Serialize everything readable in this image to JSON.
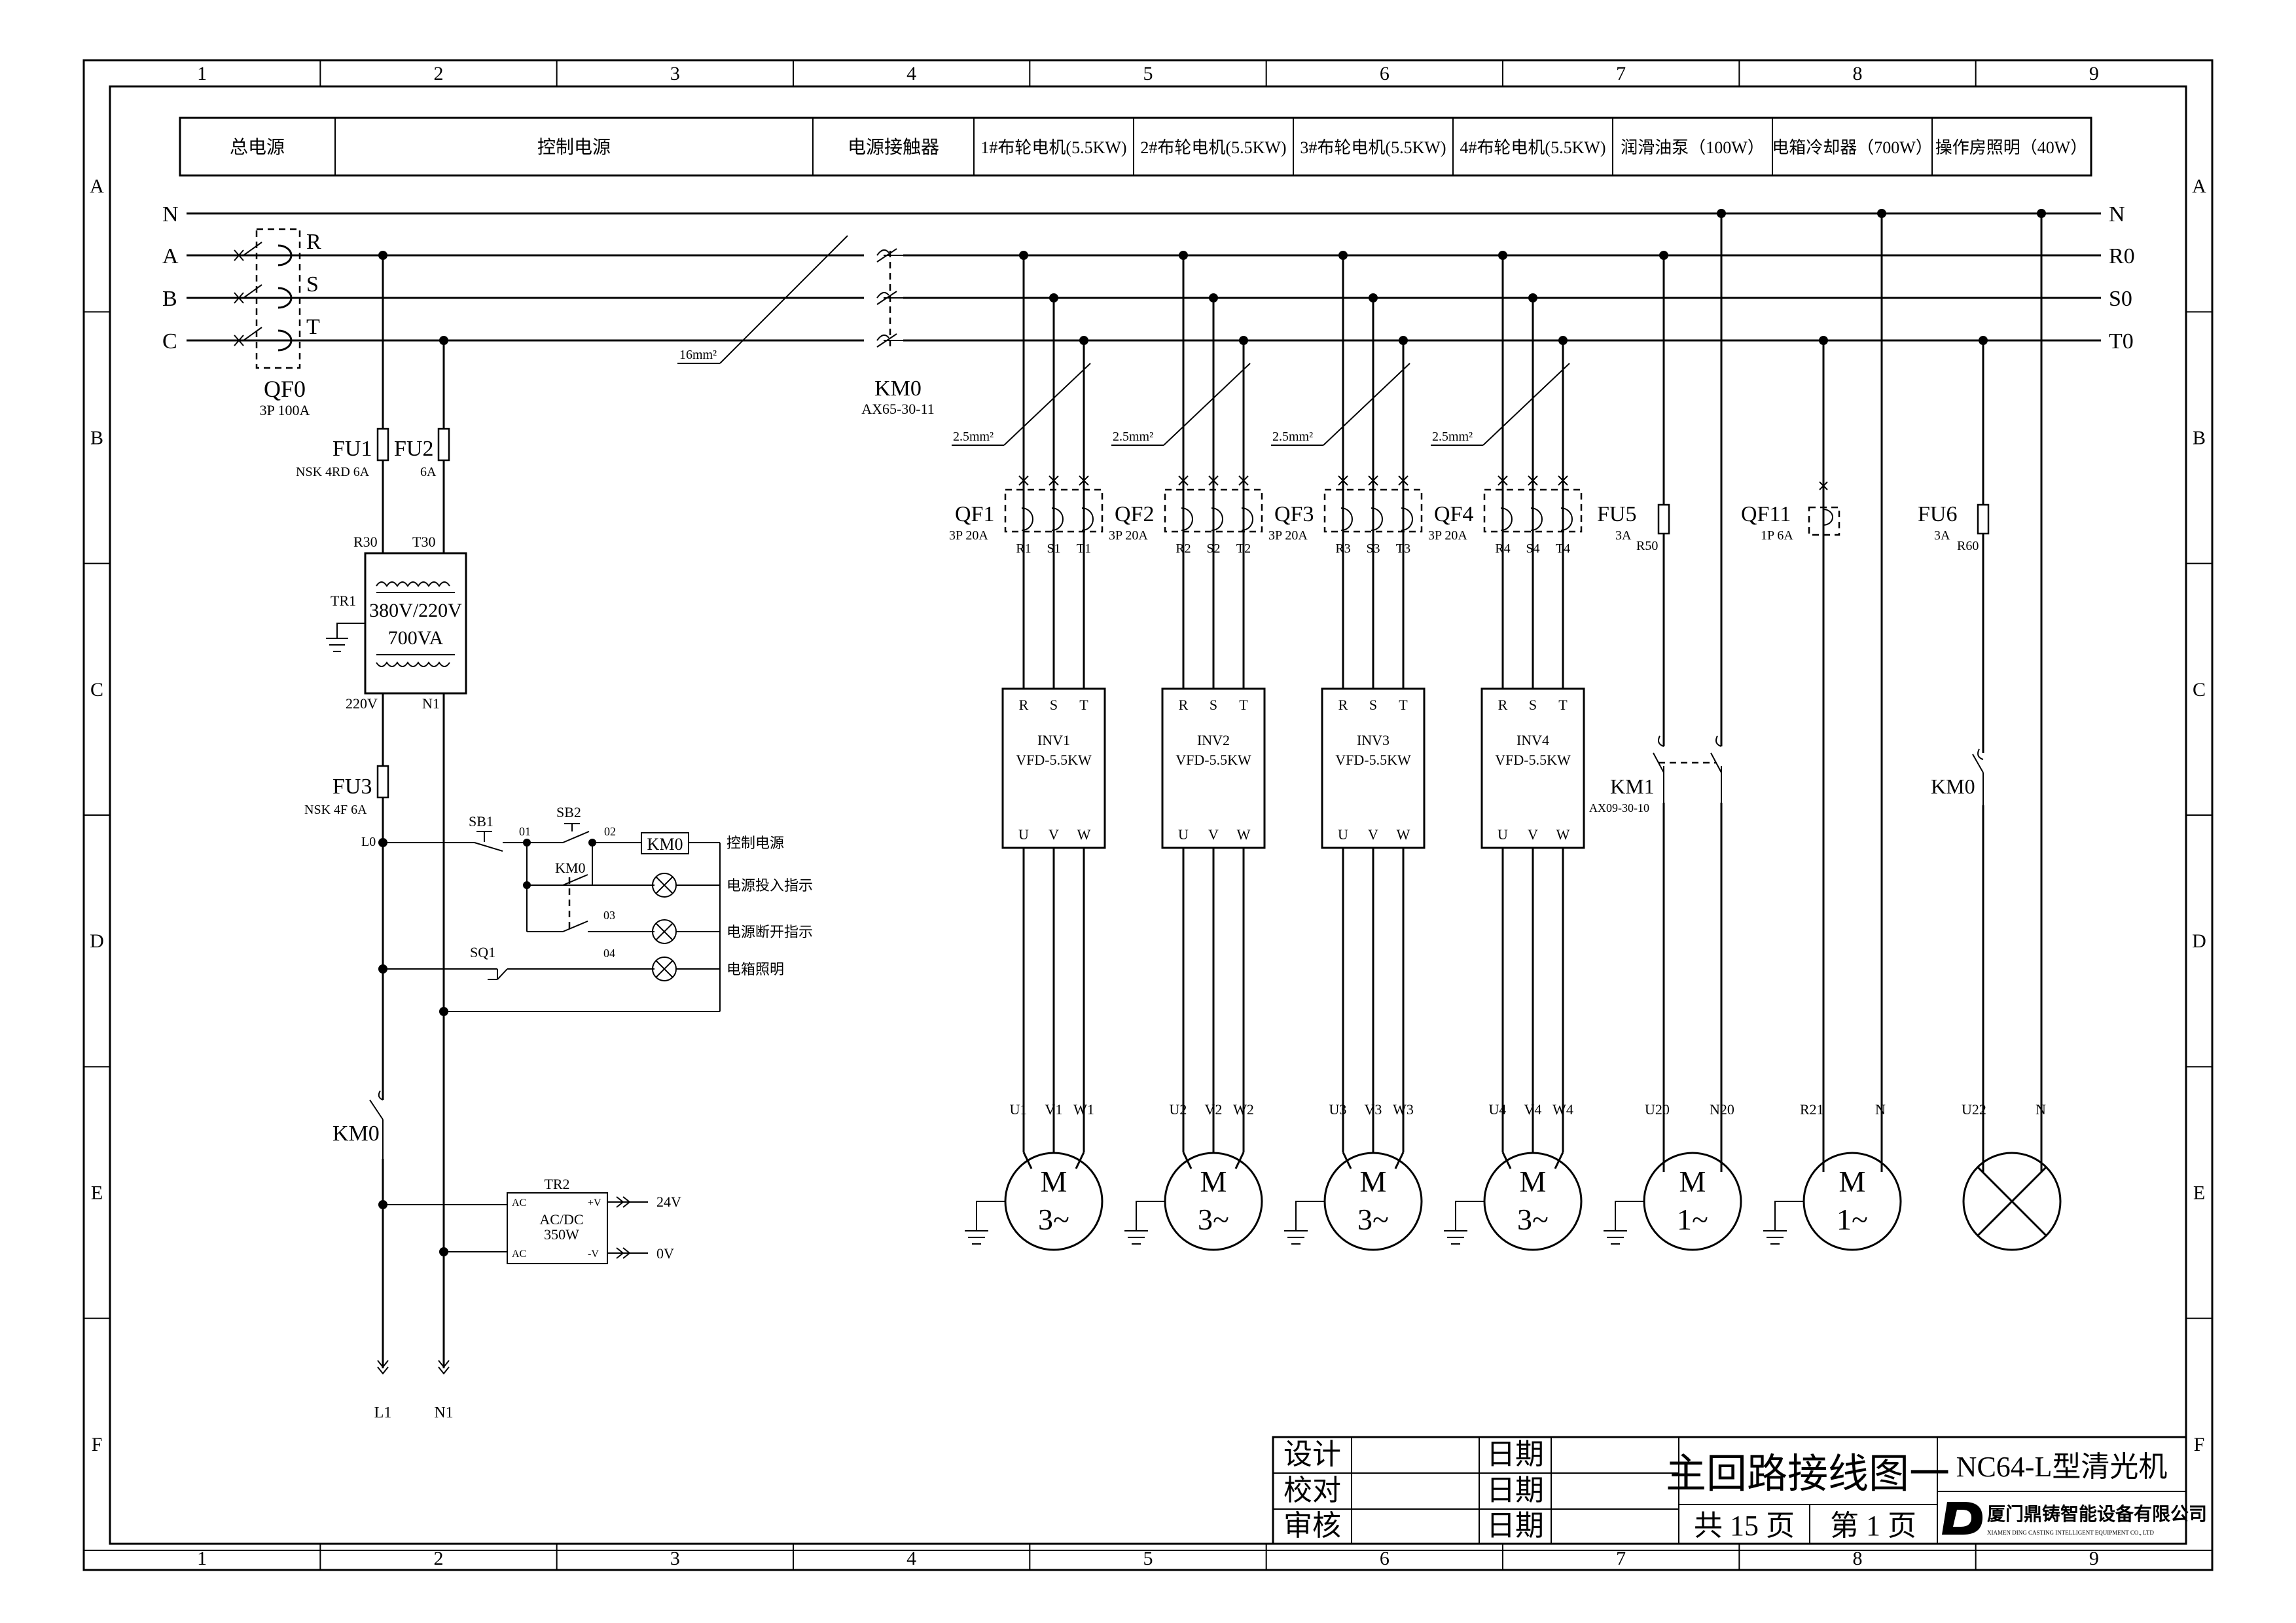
{
  "columns": [
    "1",
    "2",
    "3",
    "4",
    "5",
    "6",
    "7",
    "8",
    "9"
  ],
  "rows": [
    "A",
    "B",
    "C",
    "D",
    "E",
    "F"
  ],
  "header": [
    "总电源",
    "控制电源",
    "电源接触器",
    "1#布轮电机(5.5KW)",
    "2#布轮电机(5.5KW)",
    "3#布轮电机(5.5KW)",
    "4#布轮电机(5.5KW)",
    "润滑油泵（100W）",
    "电箱冷却器（700W）",
    "操作房照明（40W）"
  ],
  "lines_left": [
    "N",
    "A",
    "B",
    "C"
  ],
  "lines_right": [
    "N",
    "R0",
    "S0",
    "T0"
  ],
  "phase_marks": [
    "R",
    "S",
    "T"
  ],
  "main_breaker": {
    "name": "QF0",
    "rating": "3P 100A"
  },
  "cable_main": "16mm²",
  "contactor": {
    "name": "KM0",
    "model": "AX65-30-11"
  },
  "fuses": {
    "fu1": "FU1",
    "fu2": "FU2",
    "fu1_rating": "NSK 4RD 6A",
    "fu2_rating": "6A",
    "fu3": "FU3",
    "fu3_rating": "NSK 4F 6A"
  },
  "transformer": {
    "name": "TR1",
    "voltage": "380V/220V",
    "power": "700VA",
    "t_left": "R30",
    "t_right": "T30",
    "b_left": "220V",
    "b_right": "N1"
  },
  "control": {
    "l0": "L0",
    "sb1": "SB1",
    "sb2": "SB2",
    "km0": "KM0",
    "sq1": "SQ1",
    "n01": "01",
    "n02": "02",
    "n03": "03",
    "n04": "04",
    "coil": "KM0",
    "power_ctrl": "控制电源",
    "on_ind": "电源投入指示",
    "off_ind": "电源断开指示",
    "light": "电箱照明"
  },
  "km0_contact": "KM0",
  "psu": {
    "name": "TR2",
    "title": "AC/DC",
    "power": "350W",
    "ac": "AC",
    "vpos": "+V",
    "vneg": "-V",
    "out_pos": "24V",
    "out_neg": "0V"
  },
  "outputs": {
    "l1": "L1",
    "n1": "N1"
  },
  "motors": [
    {
      "cable": "2.5mm²",
      "qf": "QF1",
      "qf_rating": "3P 20A",
      "in": [
        "R1",
        "S1",
        "T1"
      ],
      "inv": "INV1",
      "vfd": "VFD-5.5KW",
      "out": [
        "U1",
        "V1",
        "W1"
      ]
    },
    {
      "cable": "2.5mm²",
      "qf": "QF2",
      "qf_rating": "3P 20A",
      "in": [
        "R2",
        "S2",
        "T2"
      ],
      "inv": "INV2",
      "vfd": "VFD-5.5KW",
      "out": [
        "U2",
        "V2",
        "W2"
      ]
    },
    {
      "cable": "2.5mm²",
      "qf": "QF3",
      "qf_rating": "3P 20A",
      "in": [
        "R3",
        "S3",
        "T3"
      ],
      "inv": "INV3",
      "vfd": "VFD-5.5KW",
      "out": [
        "U3",
        "V3",
        "W3"
      ]
    },
    {
      "cable": "2.5mm²",
      "qf": "QF4",
      "qf_rating": "3P 20A",
      "in": [
        "R4",
        "S4",
        "T4"
      ],
      "inv": "INV4",
      "vfd": "VFD-5.5KW",
      "out": [
        "U4",
        "V4",
        "W4"
      ]
    }
  ],
  "inv_terms_in": [
    "R",
    "S",
    "T"
  ],
  "inv_terms_out": [
    "U",
    "V",
    "W"
  ],
  "motor_m": "M",
  "motor_3": "3~",
  "motor_1": "1~",
  "pump": {
    "fu": "FU5",
    "fu_rating": "3A",
    "t": "R50",
    "km": "KM1",
    "km_model": "AX09-30-10",
    "u": "U20",
    "n": "N20"
  },
  "cooler": {
    "qf": "QF11",
    "qf_rating": "1P 6A",
    "u": "R21",
    "n": "N"
  },
  "lamp": {
    "fu": "FU6",
    "fu_rating": "3A",
    "t": "R60",
    "km": "KM0",
    "u": "U22",
    "n": "N"
  },
  "title_block": {
    "design": "设计",
    "check": "校对",
    "approve": "审核",
    "date": "日期",
    "title": "主回路接线图一",
    "total": "共 15 页",
    "page": "第 1 页",
    "product": "NC64-L型清光机",
    "company": "厦门鼎铸智能设备有限公司",
    "company_en": "XIAMEN DING CASTING INTELLIGENT EQUIPMENT CO., LTD"
  }
}
